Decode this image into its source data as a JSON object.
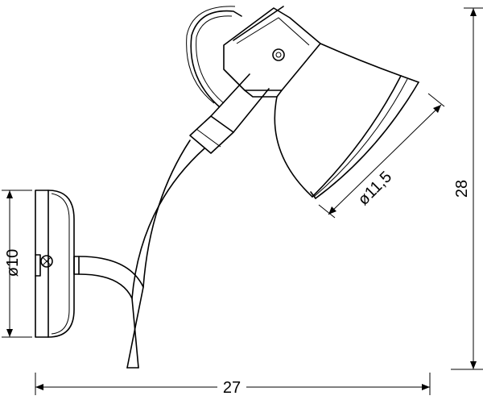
{
  "dimensions": {
    "total_width": "27",
    "total_height": "28",
    "shade_diameter": "ø11,5",
    "base_diameter": "ø10"
  }
}
